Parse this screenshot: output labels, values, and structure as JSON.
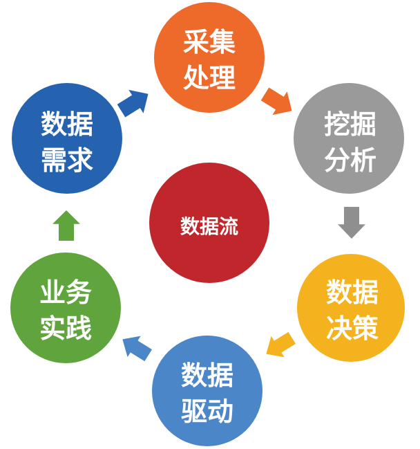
{
  "diagram": {
    "center": {
      "label": "数据流",
      "color": "#c0272d"
    },
    "nodes": [
      {
        "id": "collect",
        "line1": "采集",
        "line2": "处理",
        "color": "#ed6a2b"
      },
      {
        "id": "mine",
        "line1": "挖掘",
        "line2": "分析",
        "color": "#9a9a9a"
      },
      {
        "id": "decide",
        "line1": "数据",
        "line2": "决策",
        "color": "#f5b21f"
      },
      {
        "id": "drive",
        "line1": "数据",
        "line2": "驱动",
        "color": "#4a86c8"
      },
      {
        "id": "practice",
        "line1": "业务",
        "line2": "实践",
        "color": "#5fa43c"
      },
      {
        "id": "demand",
        "line1": "数据",
        "line2": "需求",
        "color": "#2563b0"
      }
    ],
    "arrows": [
      {
        "from": "demand",
        "to": "collect",
        "color": "#2563b0"
      },
      {
        "from": "collect",
        "to": "mine",
        "color": "#ed6a2b"
      },
      {
        "from": "mine",
        "to": "decide",
        "color": "#8f8f8f"
      },
      {
        "from": "decide",
        "to": "drive",
        "color": "#f5b21f"
      },
      {
        "from": "drive",
        "to": "practice",
        "color": "#4a86c8"
      },
      {
        "from": "practice",
        "to": "demand",
        "color": "#5fa43c"
      }
    ]
  }
}
